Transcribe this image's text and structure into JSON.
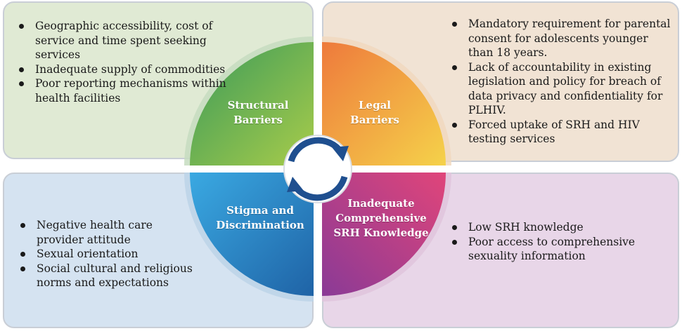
{
  "quadrants": {
    "structural": {
      "label": "Structural\nBarriers",
      "color_start": "#3a9a5a",
      "color_end": "#a8cc4a",
      "bullets": [
        "Geographic accessibility, cost of service and time spent seeking services",
        "Inadequate supply of commodities",
        "Poor reporting mechanisms within health facilities"
      ]
    },
    "legal": {
      "label": "Legal\nBarriers",
      "color_start": "#ee7a3c",
      "color_end": "#f5d24a",
      "bullets": [
        "Mandatory requirement for parental consent for adolescents younger than 18 years.",
        "Lack of accountability in existing legislation and policy for breach of data privacy and confidentiality for PLHIV.",
        "Forced uptake of SRH and HIV testing services"
      ]
    },
    "stigma": {
      "label": "Stigma and\nDiscrimination",
      "color_start": "#3aa9e2",
      "color_end": "#1f63a6",
      "bullets": [
        "Negative health care provider attitude",
        "Sexual orientation",
        "Social cultural and religious norms and expectations"
      ]
    },
    "knowledge": {
      "label": "Inadequate\nComprehensive\nSRH Knowledge",
      "color_start": "#e0457a",
      "color_end": "#8a3a96",
      "bullets": [
        "Low SRH knowledge",
        "Poor access to comprehensive sexuality information"
      ]
    }
  },
  "center_icon": "cycle-arrows-icon",
  "arrow_color": "#1f4f8f"
}
